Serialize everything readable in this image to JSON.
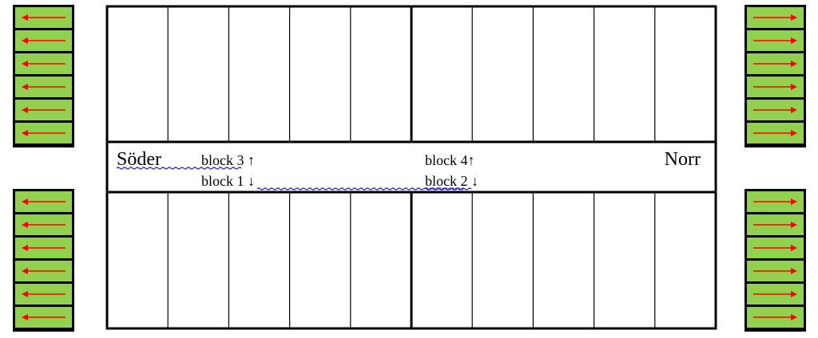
{
  "directions": {
    "south": "Söder",
    "north": "Norr"
  },
  "blocks": [
    {
      "label": "block 3",
      "arrow": "↑"
    },
    {
      "label": "block 1",
      "arrow": "↓"
    },
    {
      "label": "block 4",
      "arrow": "↑"
    },
    {
      "label": "block 2",
      "arrow": "↓"
    }
  ],
  "colors": {
    "green": "#92d050",
    "arrow": "#ff0000",
    "outline": "#000000",
    "spellcheck": "#3333cc"
  },
  "racks": [
    {
      "side": "west",
      "row": "upper",
      "slots": 6,
      "arrow_direction": "left"
    },
    {
      "side": "east",
      "row": "upper",
      "slots": 6,
      "arrow_direction": "right"
    },
    {
      "side": "west",
      "row": "lower",
      "slots": 6,
      "arrow_direction": "left"
    },
    {
      "side": "east",
      "row": "lower",
      "slots": 6,
      "arrow_direction": "right"
    }
  ],
  "grids": [
    {
      "row": "upper",
      "columns": 10
    },
    {
      "row": "lower",
      "columns": 10
    }
  ]
}
